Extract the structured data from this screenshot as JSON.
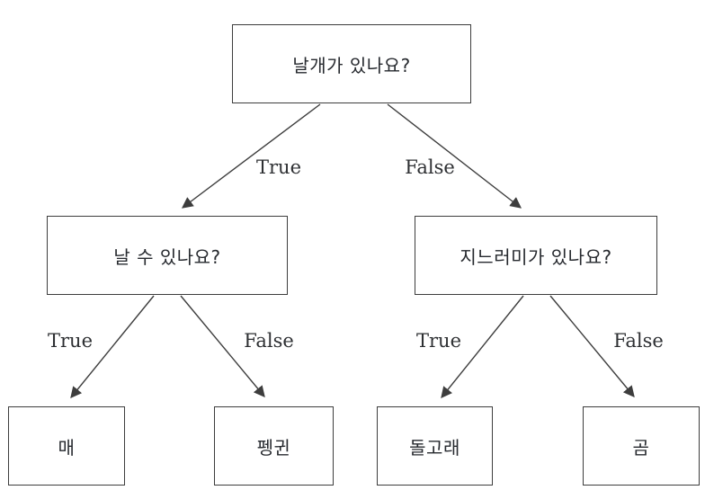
{
  "tree": {
    "root": {
      "question": "날개가 있나요?"
    },
    "left_child": {
      "question": "날 수 있나요?"
    },
    "right_child": {
      "question": "지느러미가 있나요?"
    },
    "leaves": {
      "hawk": "매",
      "penguin": "펭귄",
      "dolphin": "돌고래",
      "bear": "곰"
    },
    "edge_labels": {
      "root_true": "True",
      "root_false": "False",
      "left_true": "True",
      "left_false": "False",
      "right_true": "True",
      "right_false": "False"
    },
    "colors": {
      "background": "#ffffff",
      "line": "#3d3d3d",
      "text": "#26292e"
    }
  }
}
